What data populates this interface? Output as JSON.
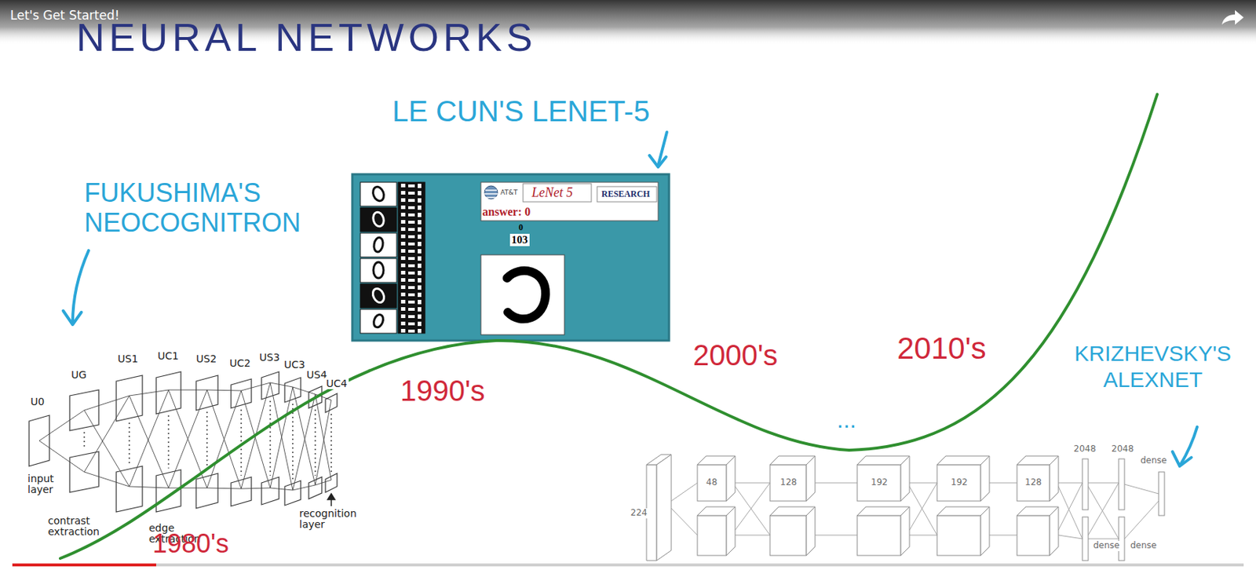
{
  "diagram": {
    "title": "NEURAL NETWORKS",
    "labels": [
      "Let's Get Started!",
      "FUKUSHIMA'S NEOCOGNITRON",
      "LE CUN'S LENET-5",
      "AT&T",
      "LeNet 5",
      "RESEARCH",
      "answer: 0",
      "0",
      "103",
      "U0",
      "UG",
      "US1",
      "UC1",
      "US2",
      "UC2",
      "US3",
      "UC3",
      "US4",
      "UC4",
      "input layer",
      "contrast extraction",
      "edge extraction",
      "recognition layer",
      "1990's",
      "2000's",
      "...",
      "2010's",
      "KRIZHEVSKY'S ALEXNET",
      "224",
      "48",
      "128",
      "192",
      "192",
      "128",
      "2048",
      "2048",
      "dense",
      "dense",
      "dense",
      "1980's"
    ]
  }
}
